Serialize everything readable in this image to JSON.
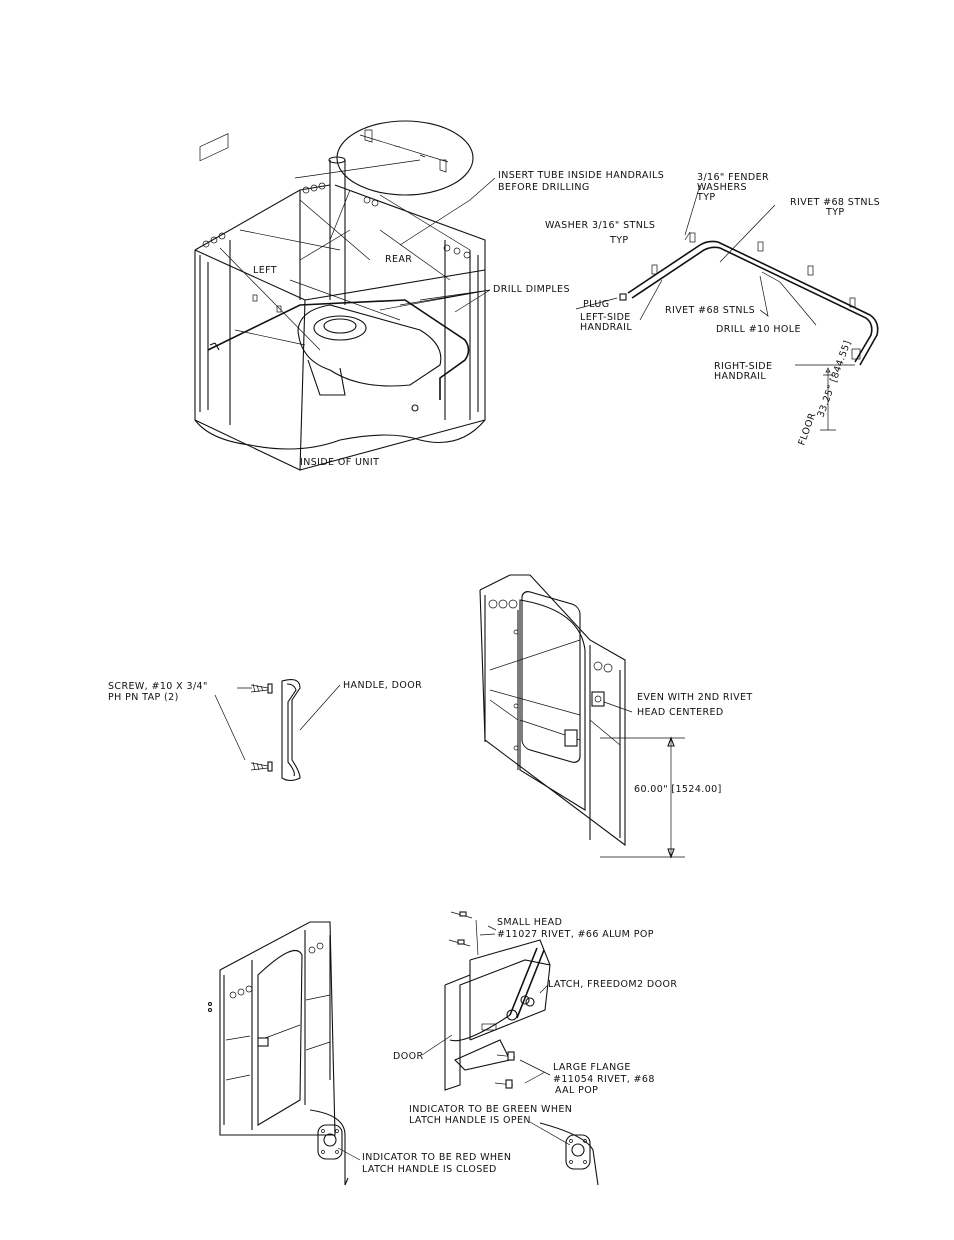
{
  "colors": {
    "line": "#111111",
    "background": "#ffffff"
  },
  "diagram1": {
    "caption": "INSIDE OF UNIT",
    "label_left": "LEFT",
    "label_rear": "REAR",
    "note_insert_tube": [
      "INSERT TUBE INSIDE HANDRAILS",
      "BEFORE DRILLING"
    ],
    "note_drill_dimples": "DRILL DIMPLES"
  },
  "diagram2": {
    "fender_washers": [
      "3/16\" FENDER",
      "WASHERS",
      "TYP"
    ],
    "rivet_stnls_typ": [
      "RIVET #68 STNLS",
      "TYP"
    ],
    "washer_stnls": [
      "WASHER 3/16\" STNLS",
      "TYP"
    ],
    "plug": "PLUG",
    "left_handrail": [
      "LEFT-SIDE",
      "HANDRAIL"
    ],
    "rivet_stnls": "RIVET #68 STNLS",
    "drill_hole": "DRILL #10 HOLE",
    "right_handrail": [
      "RIGHT-SIDE",
      "HANDRAIL"
    ],
    "height_dimension": "33.25\" [844.55]",
    "floor": "FLOOR"
  },
  "diagram3": {
    "screw_note": [
      "SCREW, #10 X 3/4\"",
      "PH PN TAP (2)"
    ],
    "handle_note": "HANDLE, DOOR"
  },
  "diagram4": {
    "note": [
      "EVEN WITH 2ND RIVET",
      "HEAD CENTERED"
    ],
    "dimension": "60.00\" [1524.00]"
  },
  "diagram5": {
    "small_head": [
      "SMALL HEAD",
      "#11027 RIVET, #66 ALUM POP"
    ],
    "latch": "LATCH, FREEDOM2 DOOR",
    "door": "DOOR",
    "large_flange": [
      "LARGE FLANGE",
      "#11054 RIVET, #68",
      "AAL POP"
    ],
    "indicator_green": [
      "INDICATOR TO BE GREEN WHEN",
      "LATCH HANDLE IS OPEN"
    ],
    "indicator_red": [
      "INDICATOR TO BE RED WHEN",
      "LATCH HANDLE IS CLOSED"
    ]
  }
}
